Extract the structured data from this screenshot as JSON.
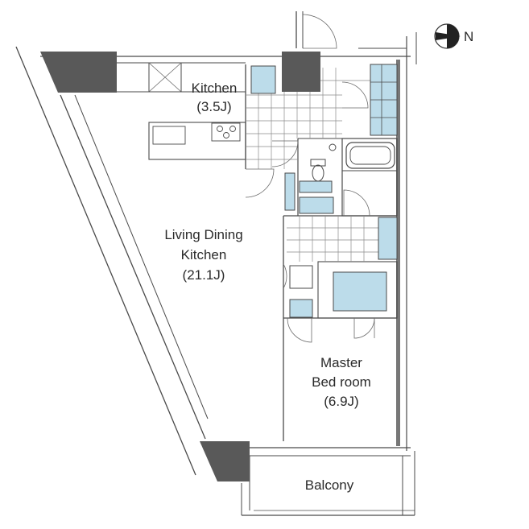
{
  "rooms": {
    "kitchen": {
      "name": "Kitchen",
      "size": "(3.5J)"
    },
    "ldk": {
      "name_line1": "Living Dining",
      "name_line2": "Kitchen",
      "size": "(21.1J)"
    },
    "master": {
      "name_line1": "Master",
      "name_line2": "Bed room",
      "size": "(6.9J)"
    },
    "balcony": {
      "name": "Balcony"
    }
  },
  "compass": {
    "label": "N",
    "direction": "right"
  },
  "colors": {
    "wall": "#595959",
    "fixture": "#bcdcea",
    "line": "#4a4a4a"
  }
}
